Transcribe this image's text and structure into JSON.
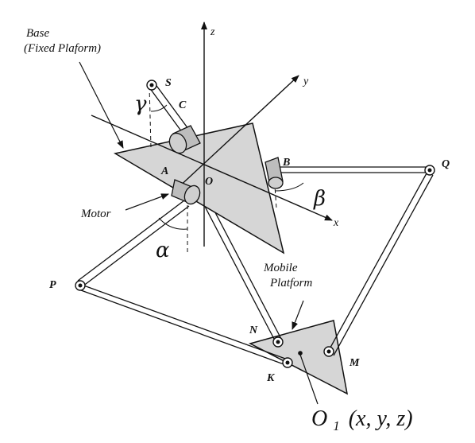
{
  "labels": {
    "base_line1": "Base",
    "base_line2": "(Fixed Plaform)",
    "motor": "Motor",
    "mobile_line1": "Mobile",
    "mobile_line2": "Platform",
    "alpha": "α",
    "beta": "β",
    "gamma": "γ",
    "o1_main": "O",
    "o1_sub": "1",
    "o1_coords": "(x, y, z)"
  },
  "axes": {
    "x": "x",
    "y": "y",
    "z": "z"
  },
  "points": {
    "A": "A",
    "B": "B",
    "C": "C",
    "S": "S",
    "O": "O",
    "Q": "Q",
    "P": "P",
    "N": "N",
    "M": "M",
    "K": "K"
  },
  "colors": {
    "plate_fill": "#d6d6d6",
    "stroke": "#111111",
    "motor_fill": "#bdbdbd"
  }
}
